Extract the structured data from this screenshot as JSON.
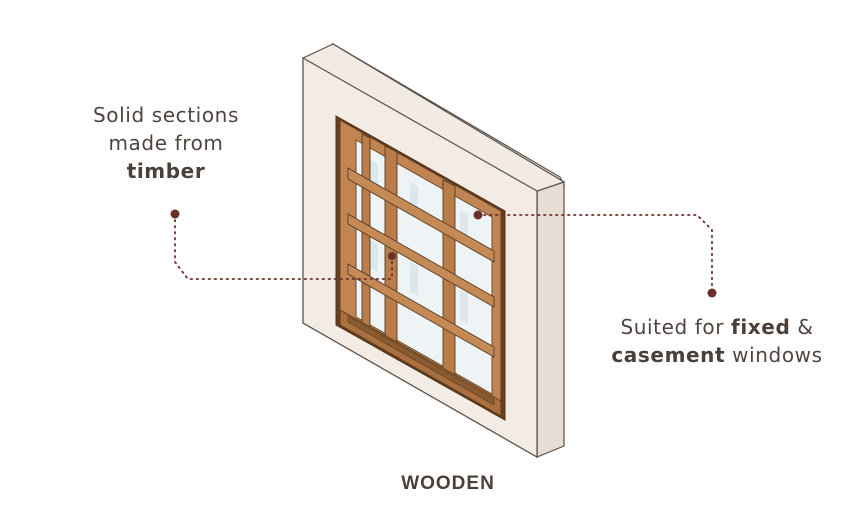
{
  "left_annotation": {
    "line1": "Solid sections",
    "line2": "made from",
    "line3_bold": "timber"
  },
  "right_annotation": {
    "prefix": "Suited for ",
    "bold1": "fixed",
    "mid": " &",
    "bold2": "casement",
    "suffix": " windows"
  },
  "caption": "WOODEN",
  "colors": {
    "wall_face": "#f2ebe4",
    "wall_side": "#ece4dc",
    "timber": "#b87d49",
    "timber_dark": "#8a5a30",
    "glass": "#eef4f6",
    "leader": "#6b2f2a",
    "text": "#4e4540"
  },
  "icons": [
    "wooden-window-illustration"
  ]
}
